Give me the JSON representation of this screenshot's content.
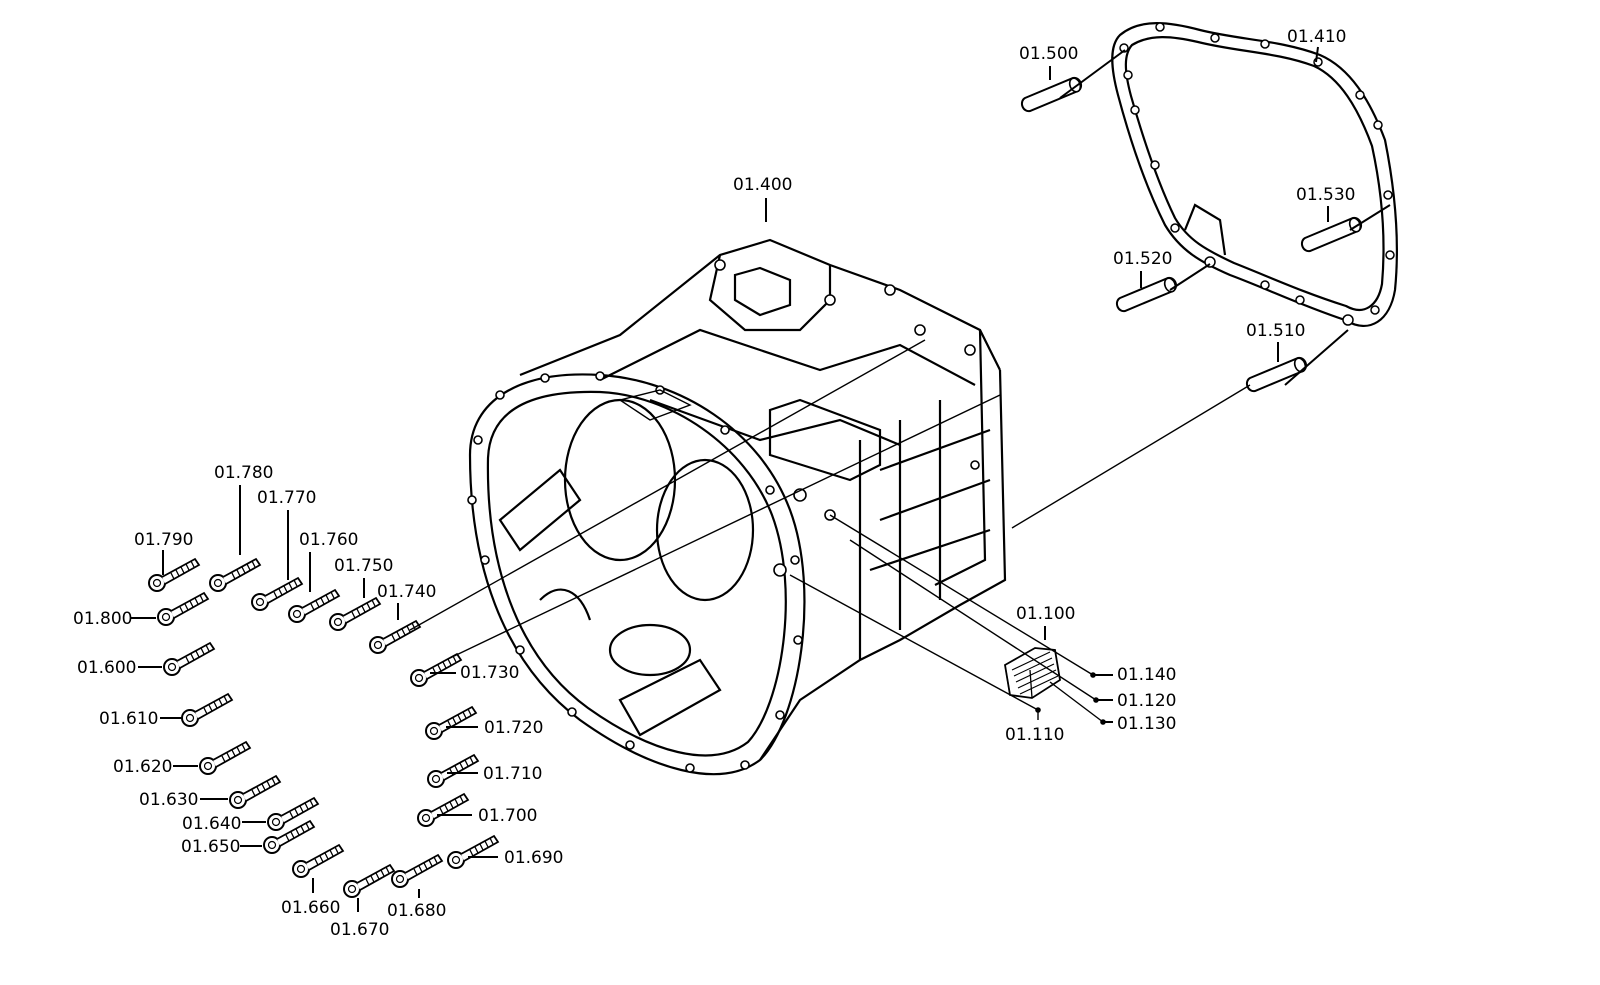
{
  "labels": {
    "p01_400": "01.400",
    "p01_410": "01.410",
    "p01_500": "01.500",
    "p01_510": "01.510",
    "p01_520": "01.520",
    "p01_530": "01.530",
    "p01_100": "01.100",
    "p01_110": "01.110",
    "p01_120": "01.120",
    "p01_130": "01.130",
    "p01_140": "01.140",
    "p01_600": "01.600",
    "p01_610": "01.610",
    "p01_620": "01.620",
    "p01_630": "01.630",
    "p01_640": "01.640",
    "p01_650": "01.650",
    "p01_660": "01.660",
    "p01_670": "01.670",
    "p01_680": "01.680",
    "p01_690": "01.690",
    "p01_700": "01.700",
    "p01_710": "01.710",
    "p01_720": "01.720",
    "p01_730": "01.730",
    "p01_740": "01.740",
    "p01_750": "01.750",
    "p01_760": "01.760",
    "p01_770": "01.770",
    "p01_780": "01.780",
    "p01_790": "01.790",
    "p01_800": "01.800"
  }
}
